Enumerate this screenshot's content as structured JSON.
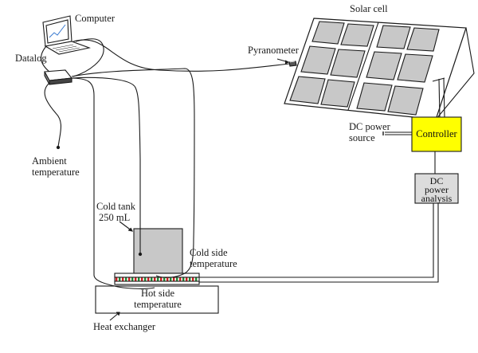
{
  "labels": {
    "computer": "Computer",
    "datalog": "Datalog",
    "solar_cell": "Solar cell",
    "pyranometer": "Pyranometer",
    "dc_power_source_line1": "DC power",
    "dc_power_source_line2": "source",
    "controller": "Controller",
    "dc_power_analysis_line1": "DC",
    "dc_power_analysis_line2": "power",
    "dc_power_analysis_line3": "analysis",
    "ambient_temperature_line1": "Ambient",
    "ambient_temperature_line2": "temperature",
    "cold_tank_line1": "Cold tank",
    "cold_tank_line2": "250 mL",
    "cold_side_temperature_line1": "Cold side",
    "cold_side_temperature_line2": "temperature",
    "hot_side_temperature_line1": "Hot side",
    "hot_side_temperature_line2": "temperature",
    "heat_exchanger": "Heat exchanger"
  },
  "colors": {
    "controller_fill": "#ffff00",
    "panel_cell_fill": "#c8c8c8",
    "tank_fill": "#c8c8c8",
    "analysis_fill": "#dcdcdc",
    "peltier_red": "#cc2222",
    "peltier_green": "#228833",
    "line": "#1a1a1a"
  }
}
